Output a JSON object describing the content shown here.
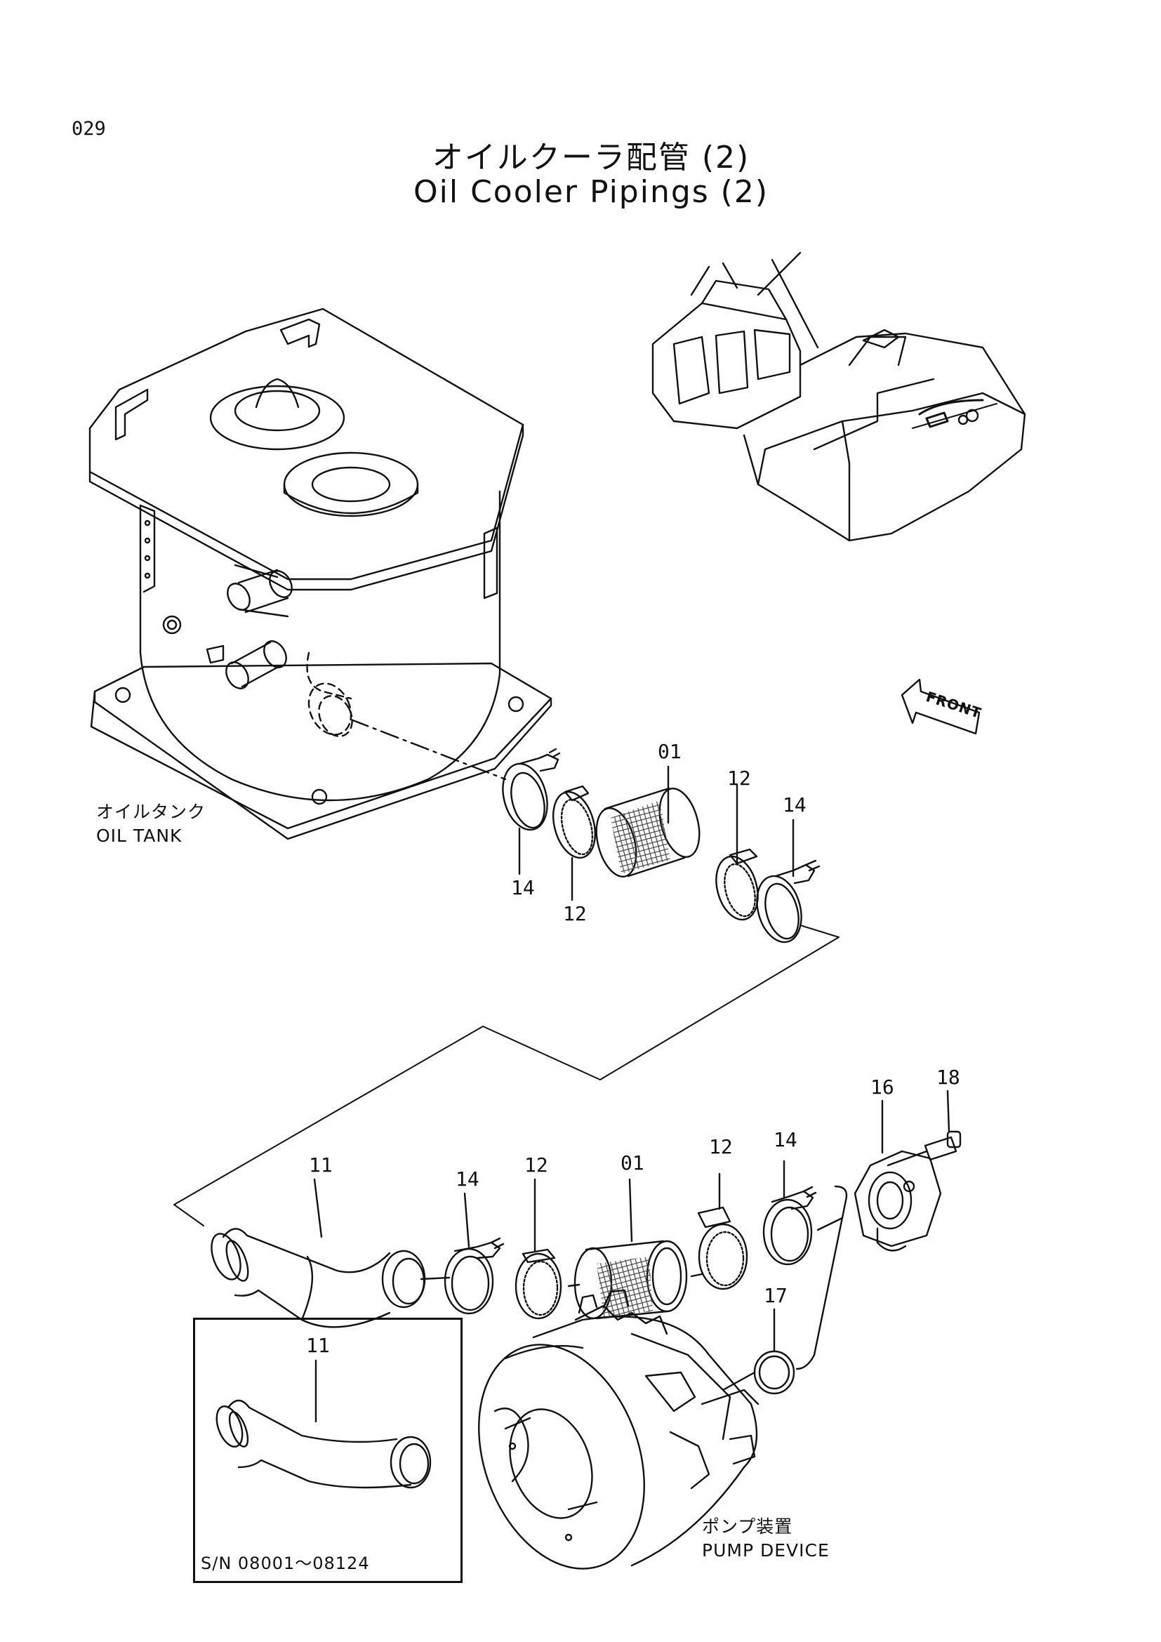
{
  "page_number": "029",
  "title": {
    "japanese": "オイルクーラ配管 (2)",
    "english": "Oil Cooler Pipings (2)"
  },
  "labels": {
    "oil_tank_jp": "オイルタンク",
    "oil_tank_en": "OIL  TANK",
    "pump_device_jp": "ポンプ装置",
    "pump_device_en": "PUMP  DEVICE",
    "front_arrow": "FRONT",
    "serial_range": "S/N  08001～08124"
  },
  "callouts": [
    {
      "id": "c-01-upper",
      "text": "01"
    },
    {
      "id": "c-12-upper-right",
      "text": "12"
    },
    {
      "id": "c-14-upper-right",
      "text": "14"
    },
    {
      "id": "c-14-upper-left",
      "text": "14"
    },
    {
      "id": "c-12-upper-left",
      "text": "12"
    },
    {
      "id": "c-16",
      "text": "16"
    },
    {
      "id": "c-18",
      "text": "18"
    },
    {
      "id": "c-11",
      "text": "11"
    },
    {
      "id": "c-14-lower-left",
      "text": "14"
    },
    {
      "id": "c-12-lower-left",
      "text": "12"
    },
    {
      "id": "c-01-lower",
      "text": "01"
    },
    {
      "id": "c-12-lower-right",
      "text": "12"
    },
    {
      "id": "c-14-lower-right",
      "text": "14"
    },
    {
      "id": "c-17",
      "text": "17"
    },
    {
      "id": "c-11-inset",
      "text": "11"
    }
  ],
  "colors": {
    "ink": "#111111",
    "paper": "#ffffff",
    "hatch": "#444444"
  }
}
